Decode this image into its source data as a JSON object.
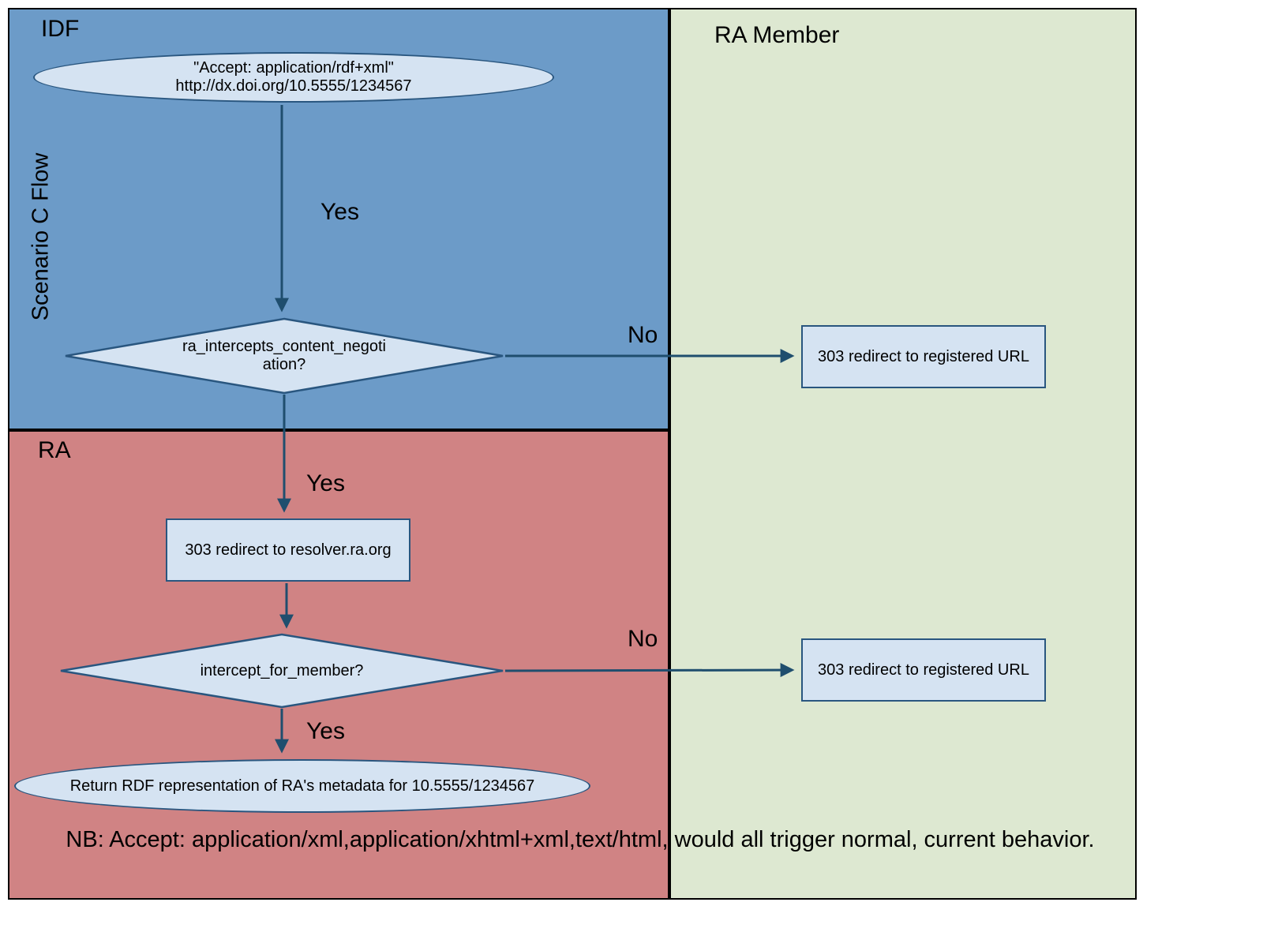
{
  "colors": {
    "lane-idf": "#6C9BC8",
    "lane-ra": "#D08384",
    "lane-member": "#DDE8D1",
    "node-fill": "#D5E3F2",
    "node-border": "#29567F",
    "arrow": "#1F4E6E",
    "lane-border": "#000000",
    "text": "#000000"
  },
  "flow_title": "Scenario C Flow",
  "lanes": {
    "idf": {
      "label": "IDF"
    },
    "ra": {
      "label": "RA"
    },
    "member": {
      "label": "RA Member"
    }
  },
  "nodes": {
    "start": {
      "type": "terminator",
      "label": "\"Accept: application/rdf+xml\" http://dx.doi.org/10.5555/1234567"
    },
    "decision_intercept": {
      "type": "decision",
      "label": "ra_intercepts_content_negotiation?"
    },
    "redirect_registered_top": {
      "type": "process",
      "label": "303 redirect to registered URL"
    },
    "redirect_resolver": {
      "type": "process",
      "label": "303 redirect to resolver.ra.org"
    },
    "decision_member": {
      "type": "decision",
      "label": "intercept_for_member?"
    },
    "redirect_registered_bottom": {
      "type": "process",
      "label": "303 redirect to registered URL"
    },
    "return_rdf": {
      "type": "terminator",
      "label": "Return RDF representation of RA's metadata for 10.5555/1234567"
    }
  },
  "edge_labels": {
    "start_yes": "Yes",
    "intercept_no": "No",
    "intercept_yes": "Yes",
    "member_no": "No",
    "member_yes": "Yes"
  },
  "note": "NB: Accept: application/xml,application/xhtml+xml,text/html, would all trigger normal, current behavior."
}
